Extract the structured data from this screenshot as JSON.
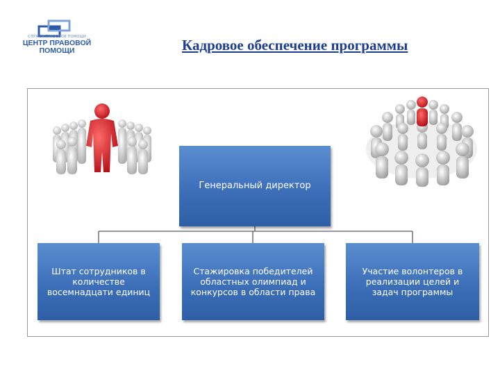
{
  "header": {
    "title": "Кадровое обеспечение программы"
  },
  "logo": {
    "tagline": "СЛУЖБА ПРАВОВОЙ ПОМОЩИ",
    "line1": "ЦЕНТР ПРАВОВОЙ",
    "line2": "ПОМОЩИ"
  },
  "org_chart": {
    "root": {
      "label": "Генеральный директор"
    },
    "children": [
      {
        "label": "Штат сотрудников  в количестве восемнадцати единиц"
      },
      {
        "label": "Стажировка победителей областных олимпиад и конкурсов в области права"
      },
      {
        "label": "Участие волонтеров в реализации целей и задач  программы"
      }
    ]
  },
  "colors": {
    "title": "#1f3d8f",
    "box_fill": "#3c6fb8",
    "box_text": "#ffffff",
    "connector": "#5a5a5a",
    "figure_red": "#d8262b",
    "figure_grey": "#d9d9d9",
    "logo_blue": "#2a5aa8"
  },
  "illustrations": {
    "left": "leader-with-crowd-illustration",
    "right": "team-circle-with-leader-illustration"
  }
}
